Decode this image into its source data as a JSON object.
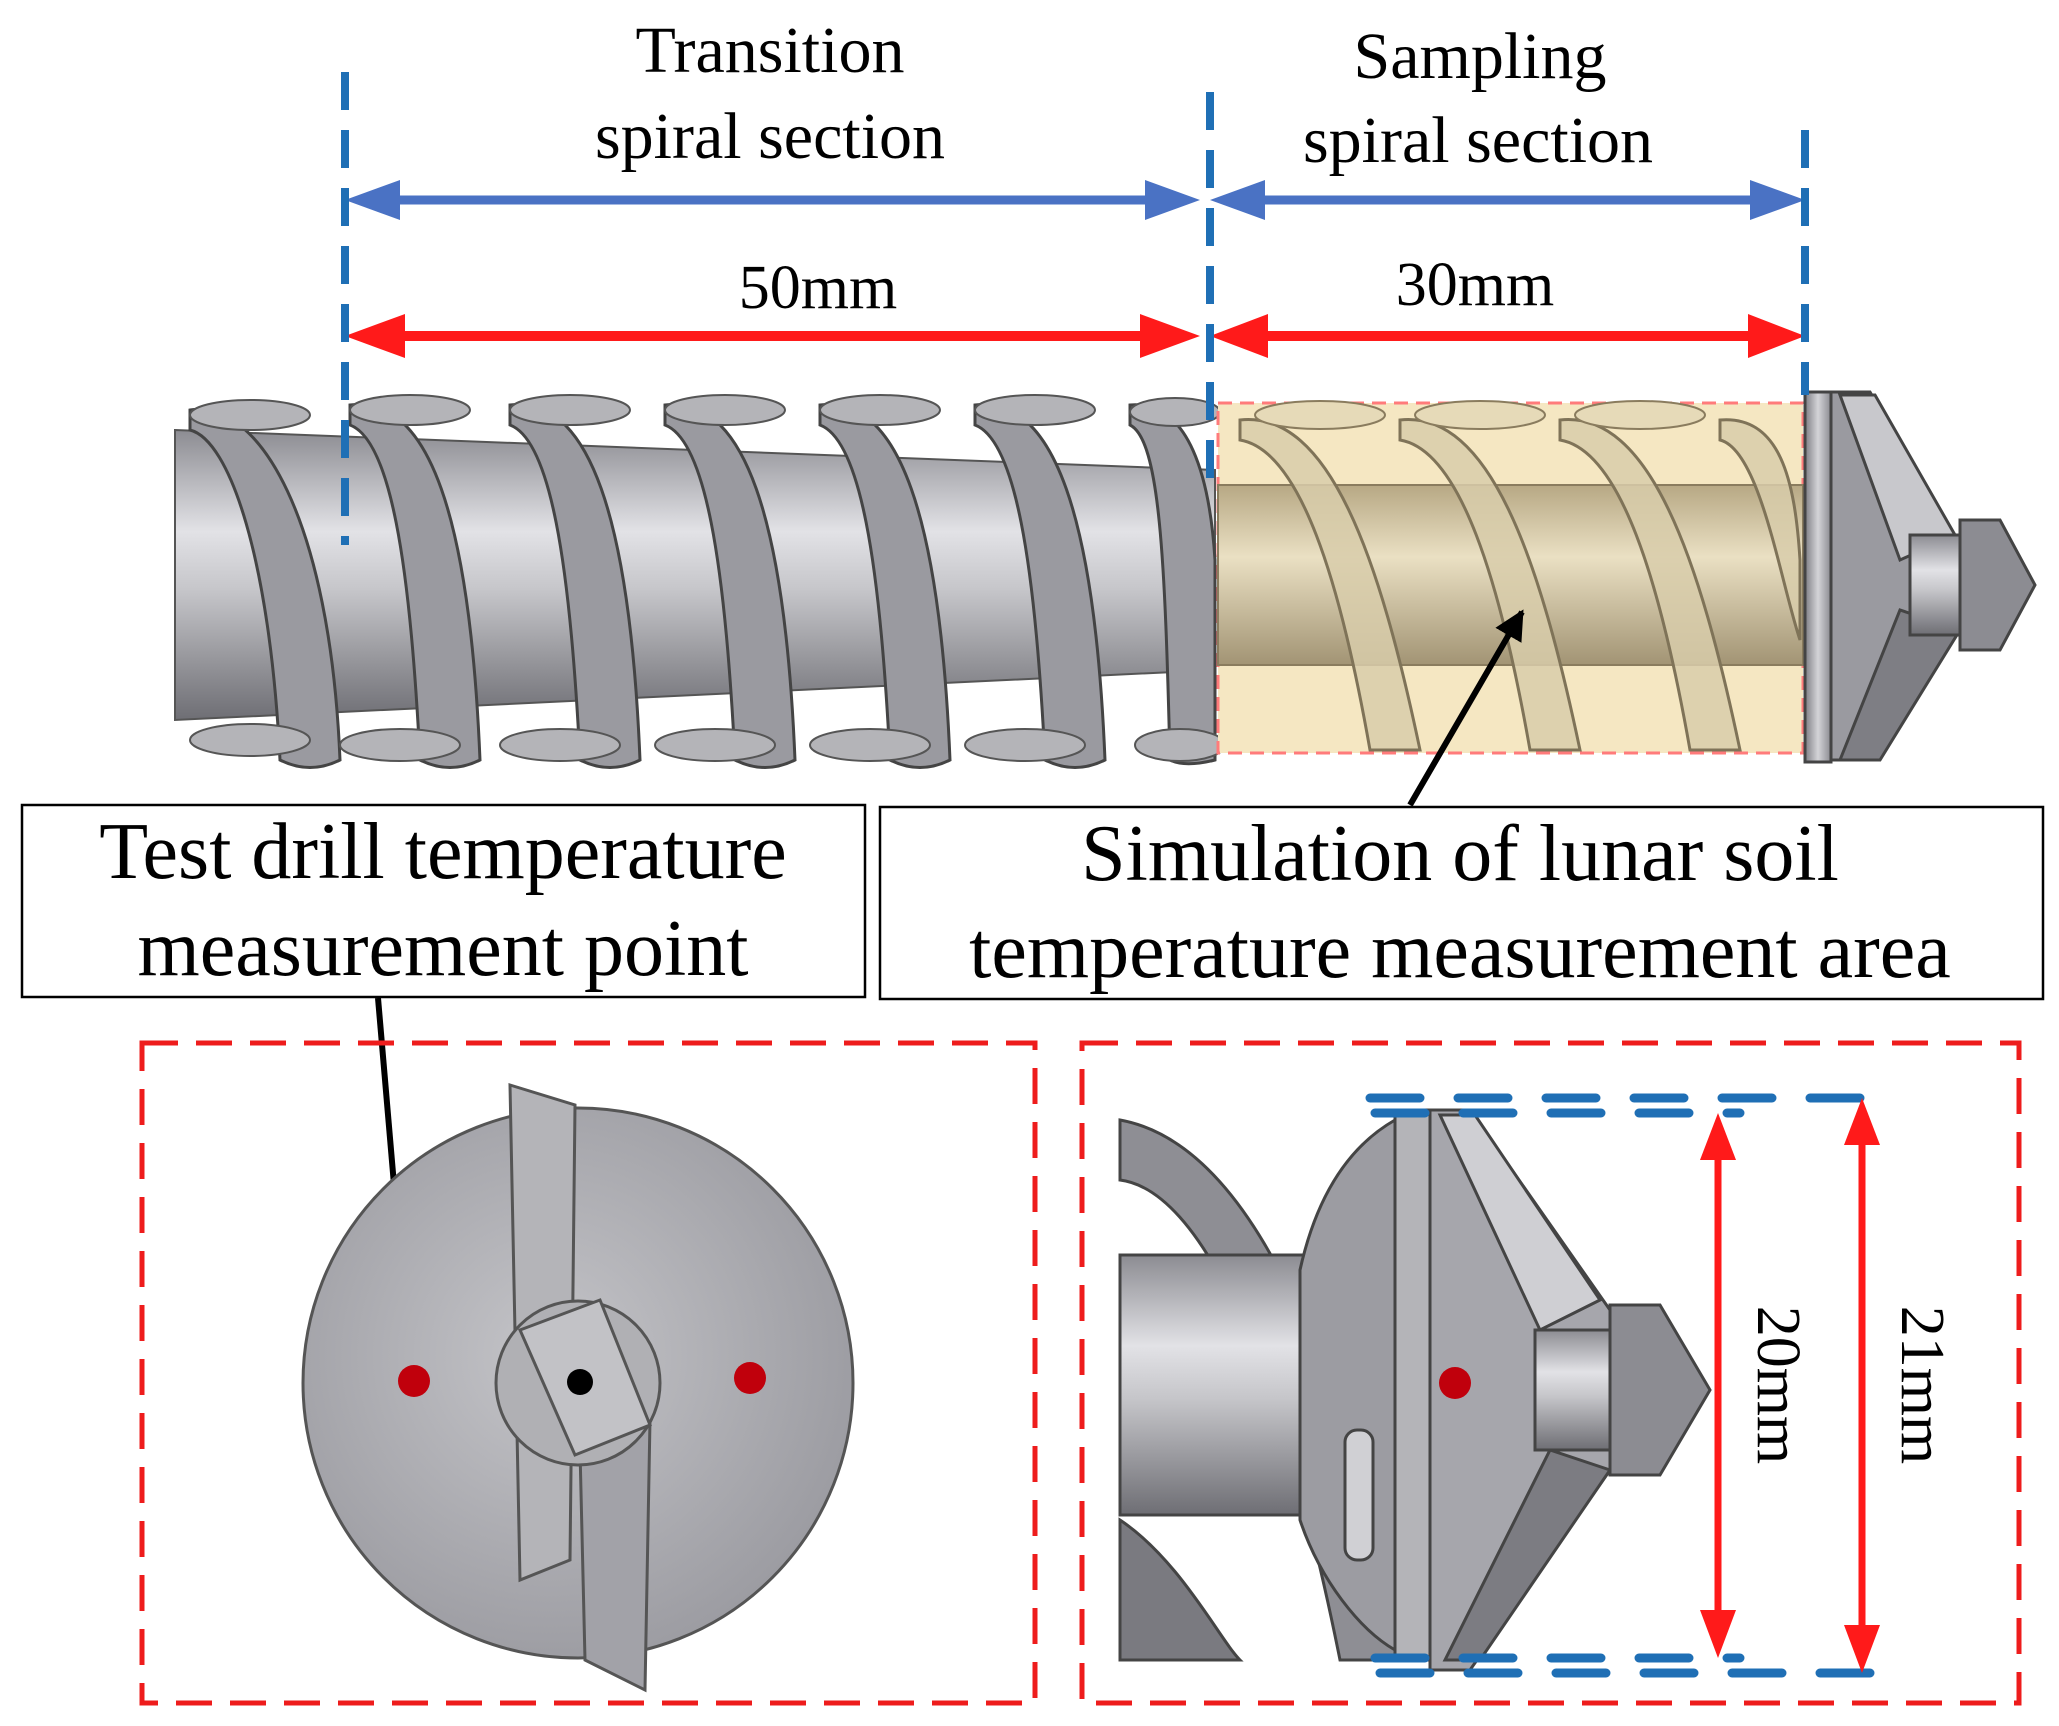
{
  "sections": {
    "transition": {
      "line1": "Transition",
      "line2": "spiral section",
      "length": "50mm"
    },
    "sampling": {
      "line1": "Sampling",
      "line2": "spiral section",
      "length": "30mm"
    }
  },
  "callouts": {
    "test_point": {
      "line1": "Test drill temperature",
      "line2": "measurement point"
    },
    "soil_area": {
      "line1": "Simulation of lunar soil",
      "line2": "temperature measurement area"
    }
  },
  "diameters": {
    "inner": "20mm",
    "outer": "21mm"
  },
  "colors": {
    "blue_guide": "#1f6fb5",
    "blue_arrow": "#4a72c4",
    "red_arrow": "#ff1a1a",
    "red_box": "#ee1c1c",
    "sample_area": "#f5e7c2",
    "measure_dot": "#c0000c",
    "metal": "#a0a0a4"
  }
}
